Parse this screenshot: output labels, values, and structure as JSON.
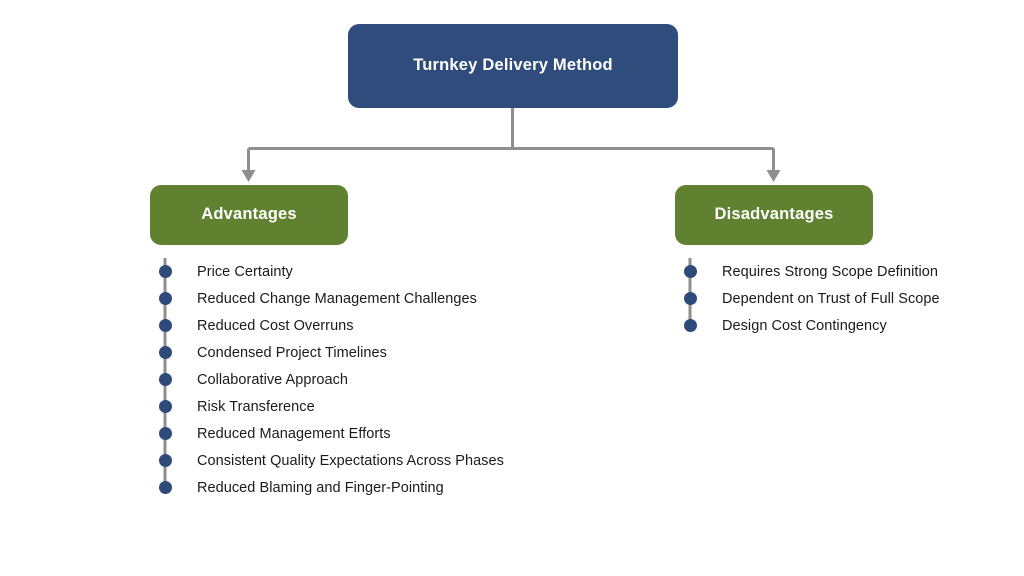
{
  "diagram": {
    "type": "hierarchy-tree",
    "background_color": "#ffffff",
    "root": {
      "label": "Turnkey Delivery Method",
      "fill_color": "#2f4c7c",
      "text_color": "#ffffff"
    },
    "branches": [
      {
        "id": "advantages",
        "label": "Advantages",
        "fill_color": "#5f8130",
        "text_color": "#ffffff",
        "items": [
          "Price Certainty",
          "Reduced Change Management Challenges",
          "Reduced Cost Overruns",
          "Condensed Project Timelines",
          "Collaborative Approach",
          "Risk Transference",
          "Reduced Management Efforts",
          "Consistent Quality Expectations Across Phases",
          "Reduced Blaming and Finger-Pointing"
        ]
      },
      {
        "id": "disadvantages",
        "label": "Disadvantages",
        "fill_color": "#5f8130",
        "text_color": "#ffffff",
        "items": [
          "Requires Strong Scope Definition",
          "Dependent on Trust of Full Scope",
          "Design Cost Contingency"
        ]
      }
    ],
    "connector": {
      "line_color": "#8e8e8e",
      "arrow_color": "#8e8e8e",
      "bullet_color": "#2e4a79",
      "spine_color": "#8e8e8e"
    }
  }
}
